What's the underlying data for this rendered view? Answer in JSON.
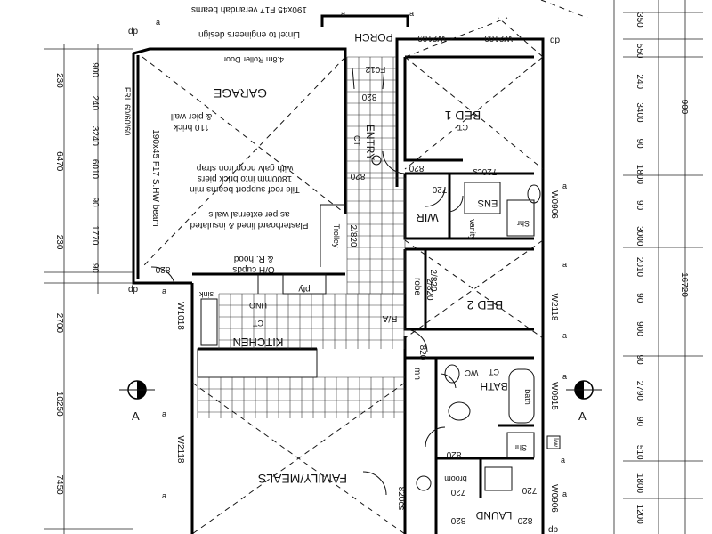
{
  "annotations": {
    "verandah_beams": "190x45 F17 verandah beams",
    "lintel_note": "Lintel to engineers design",
    "roller_door": "4.8m Roller Door",
    "frl": "FRL 60/60/60",
    "brick_pier_wall": "110 brick",
    "pier_wall": "& pier wall",
    "beam_note_1": "190x45 F17 S.HW beam",
    "roof_note_1": "Tile roof support beams min",
    "roof_note_2": "1800mm into brick piers",
    "roof_note_3": "with galv hoop iron strap",
    "plaster_note_1": "Plasterboard lined & insulated",
    "plaster_note_2": "as per external walls",
    "oh_cupds": "O/H cupds",
    "r_hood": "& R. hood",
    "sink": "sink",
    "uno": "UNO",
    "ct_bath": "CT",
    "ct_entry": "CT",
    "ct_bed1": "CT",
    "ct_kitchen": "CT",
    "d_820_a": "820",
    "d_820_b": "820",
    "d_820_c": "820",
    "d_820_d": "820",
    "d_820_e": "820",
    "d_820_f": "820",
    "d_820_g": "820",
    "d_820_h": "820",
    "d_720_a": "720",
    "d_720_b": "720",
    "d_720_c": "720",
    "d_720cs": "720cs",
    "d_820cs": "820cs",
    "d_2820_a": "2/820",
    "d_2820_b": "2/820",
    "d_2820_c": "2/820",
    "mh": "mh",
    "ra": "R/A",
    "lw": "l/w",
    "broom": "broom",
    "vanity": "vanity",
    "f012": "F012",
    "dp1": "dp",
    "dp2": "dp",
    "dp3": "dp",
    "dp4": "dp",
    "a1": "a",
    "a2": "a",
    "a3": "a",
    "a4": "a",
    "a5": "a",
    "a6": "a",
    "a7": "a",
    "a8": "a",
    "a9": "a",
    "a10": "a",
    "a11": "a",
    "a12": "a"
  },
  "rooms": {
    "porch": "PORCH",
    "garage": "GARAGE",
    "entry": "ENTRY",
    "bed1": "BED 1",
    "wir": "WIR",
    "ens": "ENS",
    "shr_ens": "Shr",
    "bed2": "BED 2",
    "robe": "robe",
    "kitchen": "KITCHEN",
    "pty": "pty",
    "bath": "BATH",
    "bath_tub": "bath",
    "wc_bath": "WC",
    "shr_bath": "Shr",
    "laund": "LAUND",
    "family": "FAMILY/MEALS",
    "trolley": "Trolley"
  },
  "windows": {
    "w2109_a": "W2109",
    "w2109_b": "W2109",
    "w0906_a": "W0906",
    "w2118_a": "W2118",
    "w0915": "W0915",
    "w0906_b": "W0906",
    "w1018": "W1018",
    "w2118_b": "W2118"
  },
  "section_markers": {
    "left": "A",
    "right": "A"
  },
  "left_dims_outer": [
    "230",
    "6470",
    "230",
    "2700",
    "10250",
    "7450"
  ],
  "left_dims_inner": [
    "900",
    "240",
    "3240",
    "6010",
    "90",
    "1770",
    "90"
  ],
  "right_dims_inner": [
    "350",
    "550",
    "240",
    "3400",
    "90",
    "1800",
    "90",
    "3000",
    "2010",
    "90",
    "900",
    "90",
    "2790",
    "90",
    "510",
    "1800",
    "1200"
  ],
  "right_dims_outer": [
    "900",
    "16720"
  ]
}
